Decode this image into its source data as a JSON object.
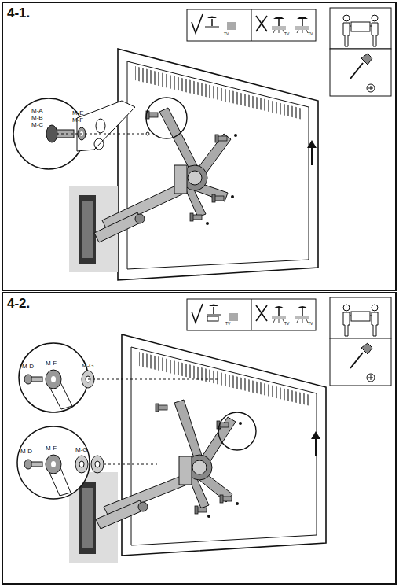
{
  "diagram": {
    "labels": [
      "4-1.",
      "TV",
      "TV",
      "TV",
      "M-A",
      "M-B",
      "M-C",
      "M-E",
      "M-F",
      "4-2.",
      "TV",
      "TV",
      "TV",
      "M-D",
      "M-F",
      "M-G",
      "M-D",
      "M-F",
      "M-G"
    ]
  }
}
